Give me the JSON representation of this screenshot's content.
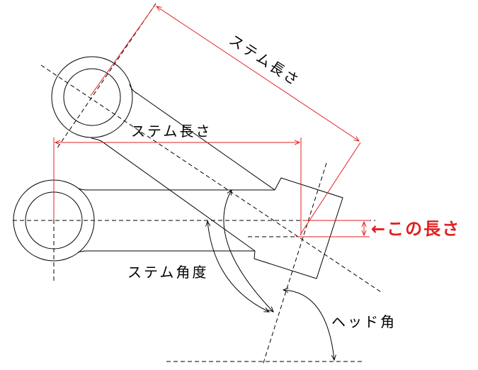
{
  "labels": {
    "stem_length_upper": "ステム長さ",
    "stem_length_lower": "ステム長さ",
    "this_length": "←この長さ",
    "stem_angle": "ステム角度",
    "head_angle": "ヘッド角"
  },
  "colors": {
    "line": "#000000",
    "dimension": "#e02020",
    "background": "#ffffff"
  }
}
